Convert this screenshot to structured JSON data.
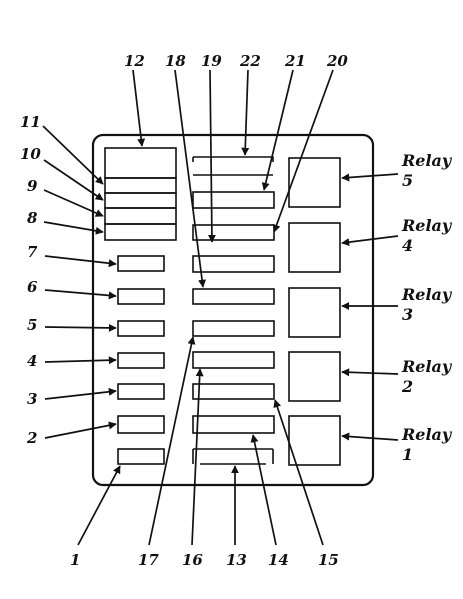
{
  "diagram": {
    "colors": {
      "ink": "#111111",
      "background": "#ffffff"
    },
    "fuse_labels": [
      "1",
      "2",
      "3",
      "4",
      "5",
      "6",
      "7",
      "8",
      "9",
      "10",
      "11",
      "12",
      "13",
      "14",
      "15",
      "16",
      "17",
      "18",
      "19",
      "20",
      "21",
      "22"
    ],
    "relays": [
      {
        "word": "Relay",
        "num": "5"
      },
      {
        "word": "Relay",
        "num": "4"
      },
      {
        "word": "Relay",
        "num": "3"
      },
      {
        "word": "Relay",
        "num": "2"
      },
      {
        "word": "Relay",
        "num": "1"
      }
    ]
  }
}
